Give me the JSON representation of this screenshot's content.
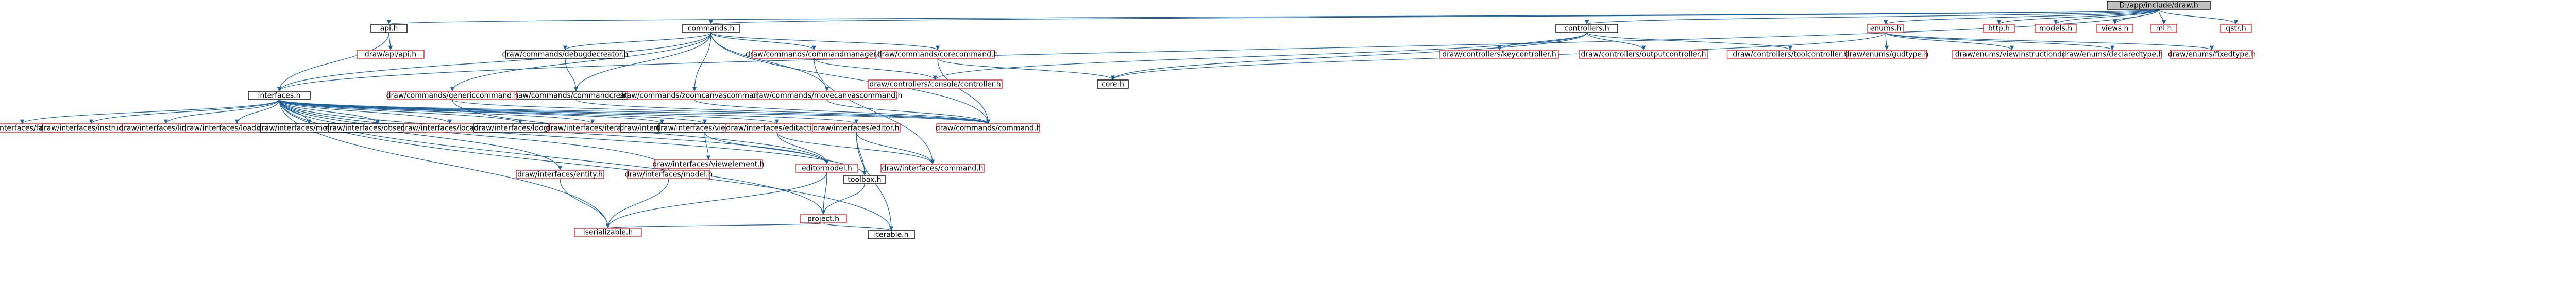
{
  "colors": {
    "edge": "#1b5e9a",
    "node_border_default": "#000000",
    "node_border_missing": "#d32f2f",
    "node_fill_root": "#bfbfbf",
    "node_fill": "#ffffff",
    "text": "#000000"
  },
  "nodes": [
    {
      "id": "root",
      "label": "D:/app/include/draw.h",
      "style": "root"
    },
    {
      "id": "api",
      "label": "api.h",
      "style": "default"
    },
    {
      "id": "commands",
      "label": "commands.h",
      "style": "default"
    },
    {
      "id": "controllers",
      "label": "controllers.h",
      "style": "default"
    },
    {
      "id": "enums",
      "label": "enums.h",
      "style": "missing"
    },
    {
      "id": "http",
      "label": "http.h",
      "style": "missing"
    },
    {
      "id": "models",
      "label": "models.h",
      "style": "missing"
    },
    {
      "id": "views",
      "label": "views.h",
      "style": "missing"
    },
    {
      "id": "ml",
      "label": "ml.h",
      "style": "missing"
    },
    {
      "id": "qstr",
      "label": "qstr.h",
      "style": "missing"
    },
    {
      "id": "interfaces",
      "label": "interfaces.h",
      "style": "default"
    },
    {
      "id": "draw_api_api",
      "label": "draw/api/api.h",
      "style": "missing"
    },
    {
      "id": "cmd_debugcreator",
      "label": "draw/commands/debugdecreator.h",
      "style": "default"
    },
    {
      "id": "cmd_commandcreator",
      "label": "draw/commands/commandcreator.h",
      "style": "default"
    },
    {
      "id": "cmd_commandmanager",
      "label": "draw/commands/commandmanager.h",
      "style": "missing"
    },
    {
      "id": "cmd_corecommand",
      "label": "draw/commands/corecommand.h",
      "style": "missing"
    },
    {
      "id": "ctrl_keycontroller",
      "label": "draw/controllers/keycontroller.h",
      "style": "missing"
    },
    {
      "id": "ctrl_outputcontroller",
      "label": "draw/controllers/outputcontroller.h",
      "style": "missing"
    },
    {
      "id": "ctrl_toolcontroller",
      "label": "draw/controllers/toolcontroller.h",
      "style": "missing"
    },
    {
      "id": "enum_gudtype",
      "label": "draw/enums/gudtype.h",
      "style": "missing"
    },
    {
      "id": "enum_viewinstructiond",
      "label": "draw/enums/viewinstructiond.h",
      "style": "missing"
    },
    {
      "id": "enum_declaredtype",
      "label": "draw/enums/declaredtype.h",
      "style": "missing"
    },
    {
      "id": "enum_fixedtype",
      "label": "draw/enums/fixedtype.h",
      "style": "missing"
    },
    {
      "id": "cmd_genericcommand",
      "label": "draw/commands/genericcommand.h",
      "style": "missing"
    },
    {
      "id": "cmd_zoomcanvascommand",
      "label": "draw/commands/zoomcanvascommand.h",
      "style": "missing"
    },
    {
      "id": "cmd_movecanvascommand",
      "label": "draw/commands/movecanvascommand.h",
      "style": "missing"
    },
    {
      "id": "cmd_console",
      "label": "draw/controllers/console/controller.h",
      "style": "missing"
    },
    {
      "id": "core",
      "label": "core.h",
      "style": "default"
    },
    {
      "id": "if_factory",
      "label": "draw/interfaces/factory.h",
      "style": "missing"
    },
    {
      "id": "if_instruction",
      "label": "draw/interfaces/instruction.h",
      "style": "missing"
    },
    {
      "id": "if_linkable",
      "label": "draw/interfaces/linkable.h",
      "style": "missing"
    },
    {
      "id": "if_loadingclass",
      "label": "draw/interfaces/loadingclass.h",
      "style": "missing"
    },
    {
      "id": "if_modeldata",
      "label": "draw/interfaces/modeldata.h",
      "style": "default"
    },
    {
      "id": "if_observable",
      "label": "draw/interfaces/observable.h",
      "style": "default"
    },
    {
      "id": "if_locatable",
      "label": "draw/interfaces/locatable.h",
      "style": "missing"
    },
    {
      "id": "if_loogbtn",
      "label": "draw/interfaces/loogbtn.h",
      "style": "default"
    },
    {
      "id": "if_iterable",
      "label": "draw/interfaces/iterable.h",
      "style": "missing"
    },
    {
      "id": "if_clone",
      "label": "draw/interfaces/clone.h",
      "style": "default"
    },
    {
      "id": "if_viewcore",
      "label": "draw/interfaces/viewcore.h",
      "style": "default"
    },
    {
      "id": "if_editaction",
      "label": "draw/interfaces/editaction.h",
      "style": "missing"
    },
    {
      "id": "if_editor",
      "label": "draw/interfaces/editor.h",
      "style": "missing"
    },
    {
      "id": "cmd_command",
      "label": "draw/commands/command.h",
      "style": "missing"
    },
    {
      "id": "if_viewelement",
      "label": "draw/interfaces/viewelement.h",
      "style": "missing"
    },
    {
      "id": "editormodel",
      "label": "editormodel.h",
      "style": "missing"
    },
    {
      "id": "toolbox",
      "label": "toolbox.h",
      "style": "default"
    },
    {
      "id": "if_command",
      "label": "draw/interfaces/command.h",
      "style": "missing"
    },
    {
      "id": "if_entity",
      "label": "draw/interfaces/entity.h",
      "style": "missing"
    },
    {
      "id": "if_model",
      "label": "draw/interfaces/model.h",
      "style": "missing"
    },
    {
      "id": "project",
      "label": "project.h",
      "style": "missing"
    },
    {
      "id": "iserializable",
      "label": "iserializable.h",
      "style": "missing"
    },
    {
      "id": "iterable",
      "label": "iterable.h",
      "style": "default"
    }
  ],
  "edges": [
    [
      "root",
      "api"
    ],
    [
      "root",
      "commands"
    ],
    [
      "root",
      "controllers"
    ],
    [
      "root",
      "enums"
    ],
    [
      "root",
      "http"
    ],
    [
      "root",
      "models"
    ],
    [
      "root",
      "views"
    ],
    [
      "root",
      "ml"
    ],
    [
      "root",
      "qstr"
    ],
    [
      "root",
      "interfaces"
    ],
    [
      "api",
      "draw_api_api"
    ],
    [
      "api",
      "interfaces"
    ],
    [
      "commands",
      "cmd_debugcreator"
    ],
    [
      "commands",
      "cmd_commandcreator"
    ],
    [
      "commands",
      "cmd_commandmanager"
    ],
    [
      "commands",
      "cmd_corecommand"
    ],
    [
      "commands",
      "cmd_genericcommand"
    ],
    [
      "commands",
      "cmd_zoomcanvascommand"
    ],
    [
      "commands",
      "cmd_movecanvascommand"
    ],
    [
      "commands",
      "interfaces"
    ],
    [
      "commands",
      "cmd_command"
    ],
    [
      "controllers",
      "ctrl_keycontroller"
    ],
    [
      "controllers",
      "ctrl_outputcontroller"
    ],
    [
      "controllers",
      "ctrl_toolcontroller"
    ],
    [
      "controllers",
      "cmd_console"
    ],
    [
      "controllers",
      "core"
    ],
    [
      "enums",
      "enum_gudtype"
    ],
    [
      "enums",
      "enum_viewinstructiond"
    ],
    [
      "enums",
      "enum_declaredtype"
    ],
    [
      "enums",
      "enum_fixedtype"
    ],
    [
      "enums",
      "core"
    ],
    [
      "cmd_debugcreator",
      "cmd_commandcreator"
    ],
    [
      "cmd_commandcreator",
      "cmd_command"
    ],
    [
      "cmd_commandmanager",
      "cmd_console"
    ],
    [
      "cmd_commandmanager",
      "if_command"
    ],
    [
      "cmd_corecommand",
      "core"
    ],
    [
      "cmd_corecommand",
      "cmd_command"
    ],
    [
      "cmd_genericcommand",
      "cmd_command"
    ],
    [
      "cmd_genericcommand",
      "editormodel"
    ],
    [
      "cmd_zoomcanvascommand",
      "cmd_command"
    ],
    [
      "cmd_movecanvascommand",
      "cmd_command"
    ],
    [
      "interfaces",
      "if_factory"
    ],
    [
      "interfaces",
      "if_instruction"
    ],
    [
      "interfaces",
      "if_linkable"
    ],
    [
      "interfaces",
      "if_loadingclass"
    ],
    [
      "interfaces",
      "if_modeldata"
    ],
    [
      "interfaces",
      "if_observable"
    ],
    [
      "interfaces",
      "if_locatable"
    ],
    [
      "interfaces",
      "if_loogbtn"
    ],
    [
      "interfaces",
      "if_iterable"
    ],
    [
      "interfaces",
      "if_clone"
    ],
    [
      "interfaces",
      "if_viewcore"
    ],
    [
      "interfaces",
      "if_editaction"
    ],
    [
      "interfaces",
      "if_editor"
    ],
    [
      "interfaces",
      "if_entity"
    ],
    [
      "interfaces",
      "if_model"
    ],
    [
      "interfaces",
      "iserializable"
    ],
    [
      "interfaces",
      "project"
    ],
    [
      "interfaces",
      "toolbox"
    ],
    [
      "interfaces",
      "cmd_command"
    ],
    [
      "interfaces",
      "iterable"
    ],
    [
      "interfaces",
      "editormodel"
    ],
    [
      "if_viewcore",
      "if_viewelement"
    ],
    [
      "if_viewcore",
      "editormodel"
    ],
    [
      "if_editaction",
      "editormodel"
    ],
    [
      "if_editaction",
      "if_command"
    ],
    [
      "if_editor",
      "if_command"
    ],
    [
      "if_editor",
      "toolbox"
    ],
    [
      "if_editor",
      "iterable"
    ],
    [
      "editormodel",
      "iserializable"
    ],
    [
      "editormodel",
      "project"
    ],
    [
      "toolbox",
      "project"
    ],
    [
      "if_entity",
      "iserializable"
    ],
    [
      "if_model",
      "iserializable"
    ],
    [
      "project",
      "iserializable"
    ],
    [
      "project",
      "iterable"
    ]
  ]
}
